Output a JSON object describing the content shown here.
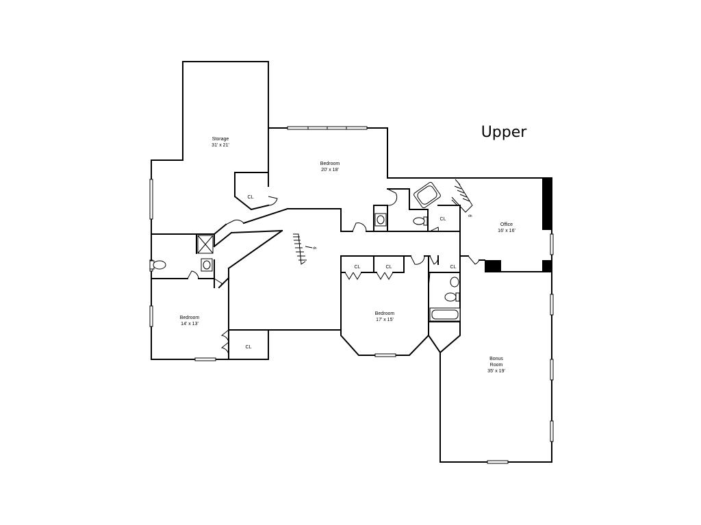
{
  "title": "Upper",
  "rooms": [
    {
      "name": "Storage",
      "size": "31' x 21'"
    },
    {
      "name": "Bedroom",
      "size": "20' x 18'"
    },
    {
      "name": "Office",
      "size": "16' x 16'"
    },
    {
      "name": "Bedroom",
      "size": "14' x 13'"
    },
    {
      "name": "Bedroom",
      "size": "17' x 15'"
    },
    {
      "name": "Bonus",
      "name2": "Room",
      "size": "35' x 19'"
    }
  ],
  "closet_label": "CL",
  "stair_label": "dn"
}
